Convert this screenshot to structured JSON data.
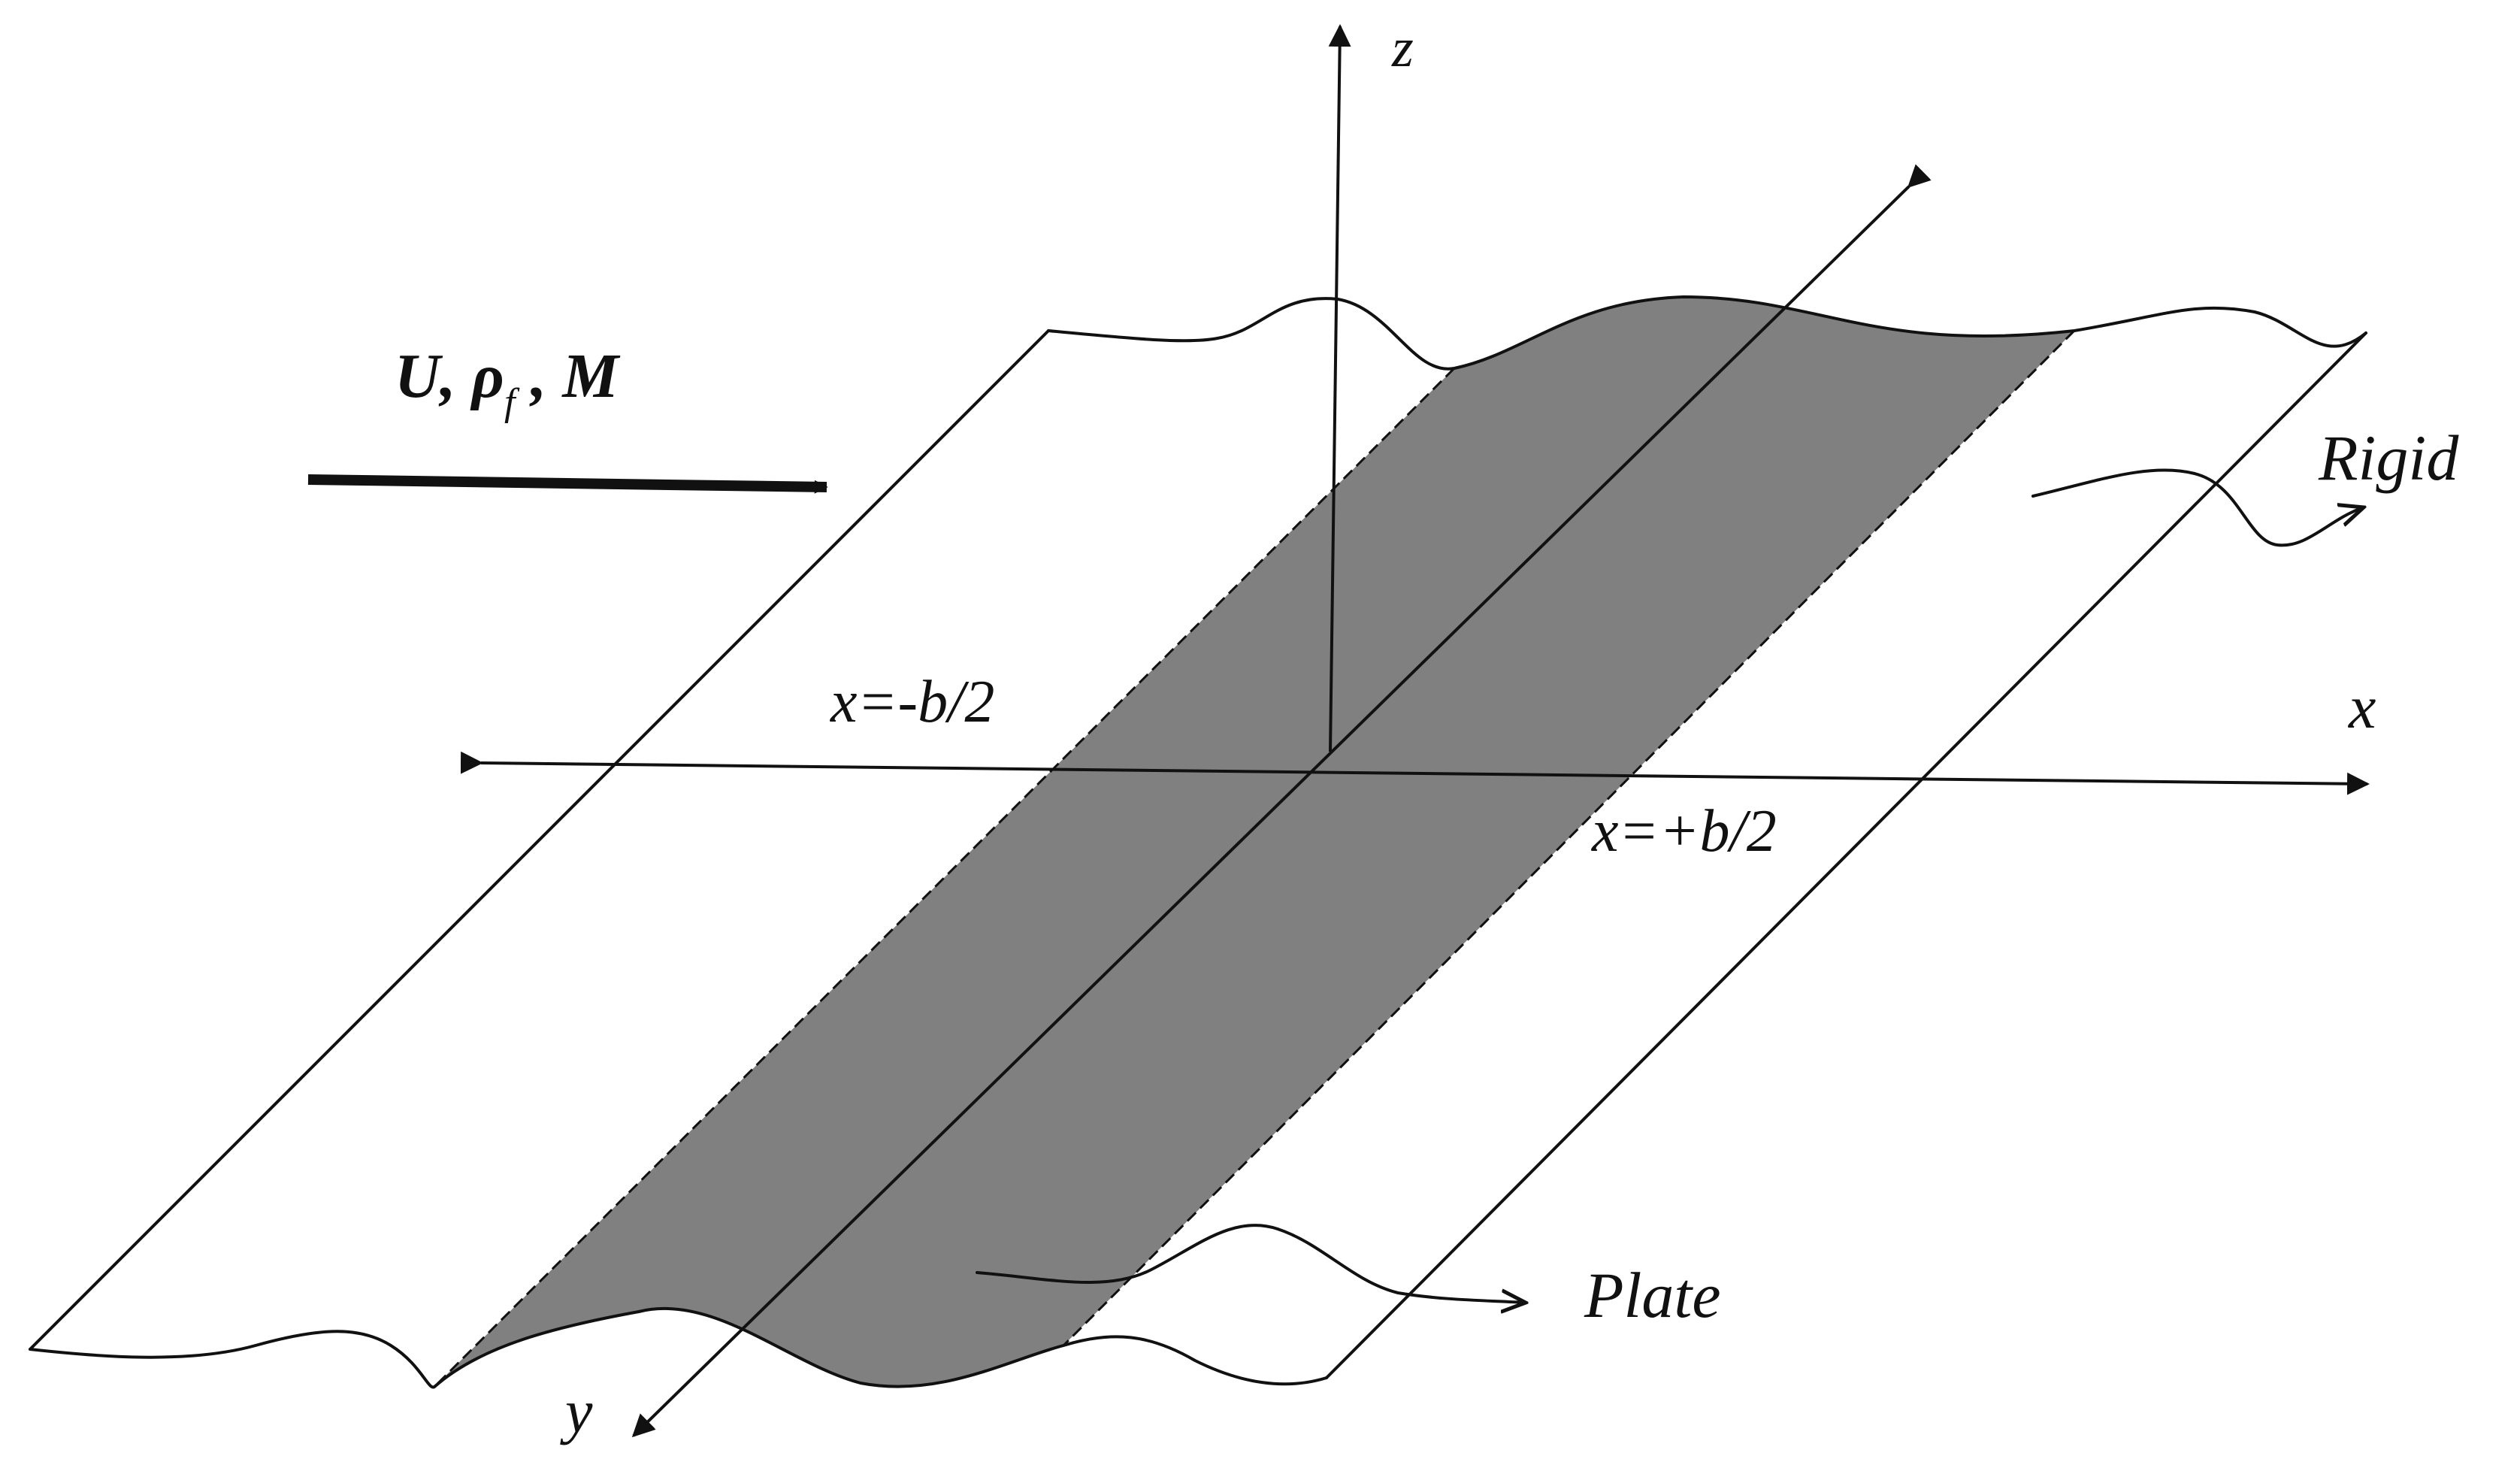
{
  "diagram": {
    "colors": {
      "plate_fill": "#808080",
      "line": "#111111",
      "background": "#ffffff"
    },
    "axes": {
      "z_label": "z",
      "x_label": "x",
      "y_label": "y"
    },
    "flow": {
      "label_prefix": "U, ",
      "rho_symbol": "ρ",
      "rho_subscript": "f",
      "label_suffix": " , M"
    },
    "boundaries": {
      "left": "x=-b/2",
      "right": "x=+b/2"
    },
    "callouts": {
      "rigid": "Rigid",
      "plate": "Plate"
    }
  }
}
